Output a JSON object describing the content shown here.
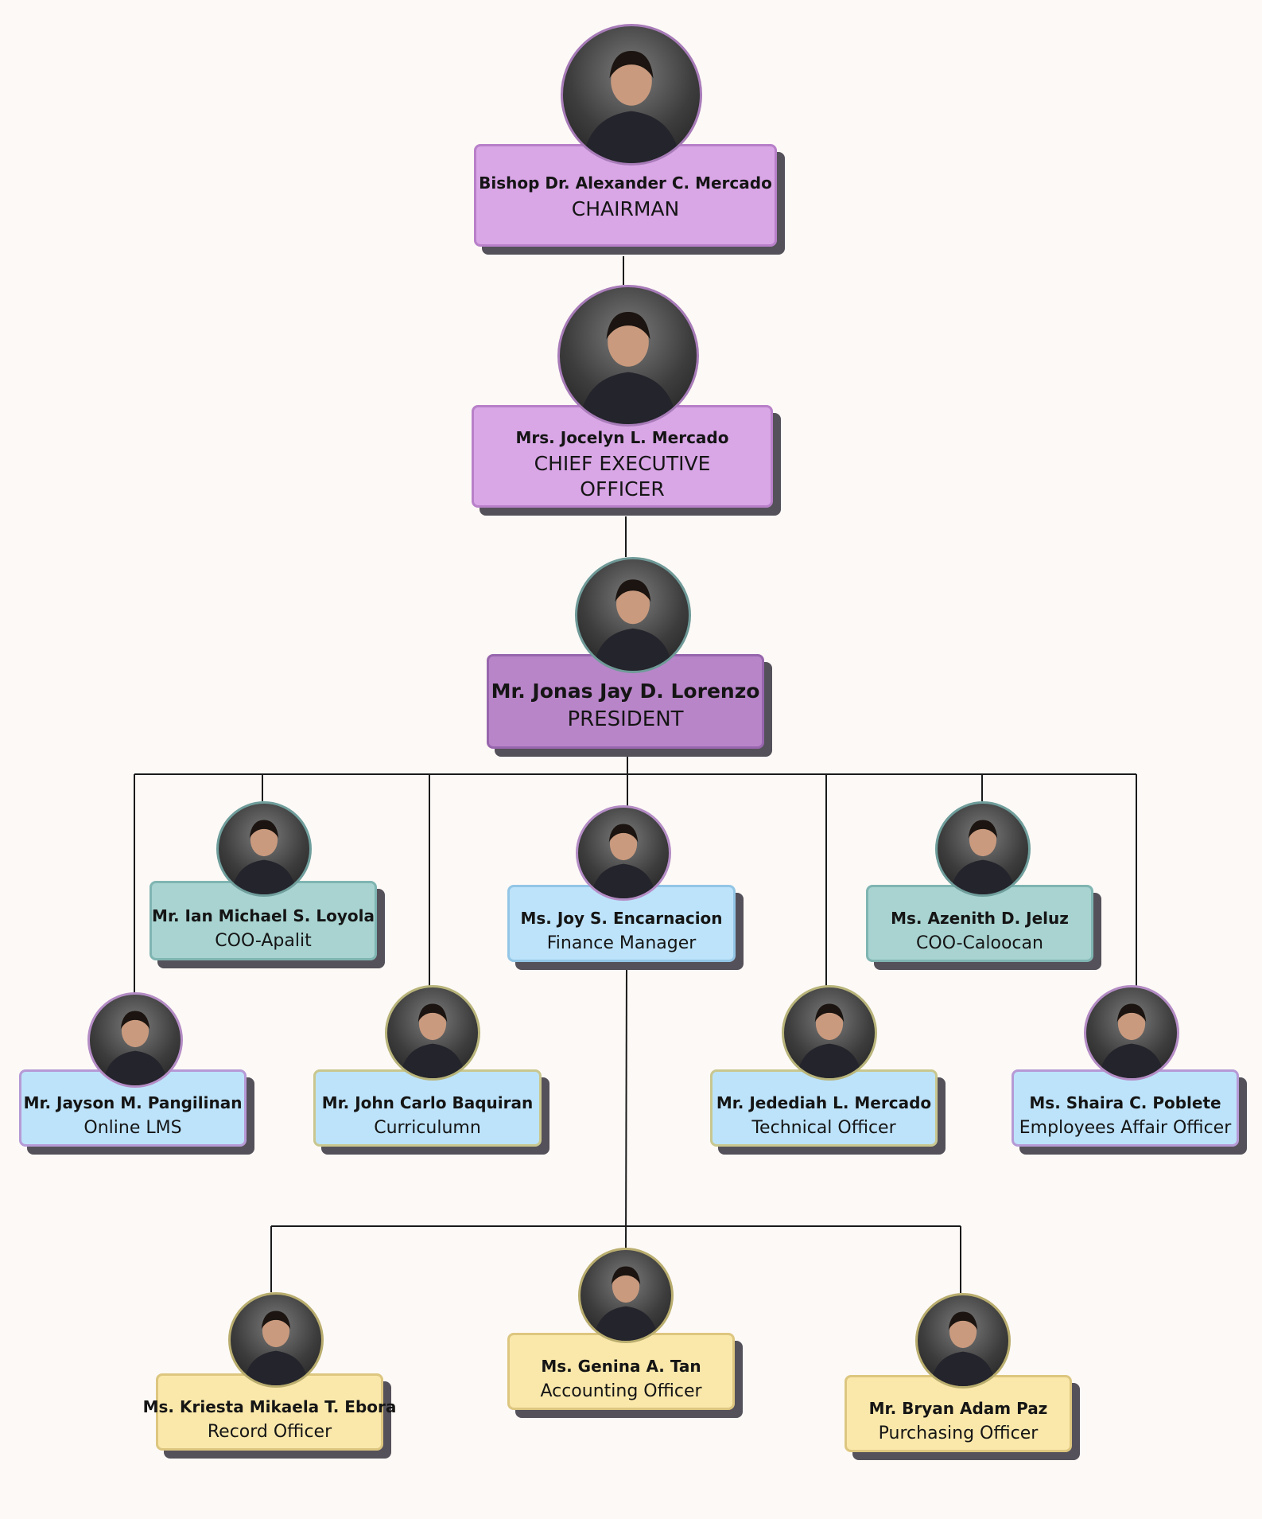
{
  "people": [
    {
      "name": "Bishop Dr. Alexander C. Mercado",
      "role": "CHAIRMAN"
    },
    {
      "name": "Mrs. Jocelyn L. Mercado",
      "role": "CHIEF EXECUTIVE OFFICER"
    },
    {
      "name": "Mr. Jonas Jay D. Lorenzo",
      "role": "PRESIDENT"
    },
    {
      "name": "Mr. Ian Michael S. Loyola",
      "role": "COO-Apalit"
    },
    {
      "name": "Ms. Joy S. Encarnacion",
      "role": "Finance Manager"
    },
    {
      "name": "Ms. Azenith D. Jeluz",
      "role": "COO-Caloocan"
    },
    {
      "name": "Mr. Jayson M. Pangilinan",
      "role": "Online LMS"
    },
    {
      "name": "Mr. John Carlo Baquiran",
      "role": "Curriculumn"
    },
    {
      "name": "Mr. Jedediah L. Mercado",
      "role": "Technical Officer"
    },
    {
      "name": "Ms. Shaira C. Poblete",
      "role": "Employees Affair Officer"
    },
    {
      "name": "Ms. Kriesta Mikaela T. Ebora",
      "role": "Record Officer"
    },
    {
      "name": "Ms. Genina A. Tan",
      "role": "Accounting Officer"
    },
    {
      "name": "Mr. Bryan Adam Paz",
      "role": "Purchasing Officer"
    }
  ],
  "colors": {
    "background": "#fdf9f6",
    "executive": "#d9a6e6",
    "president": "#b985c9",
    "coo": "#a8d3d1",
    "staff": "#bde3fa",
    "finance_staff": "#fae8ab",
    "connector": "#1a1a1a",
    "shadow": "#55515a"
  }
}
